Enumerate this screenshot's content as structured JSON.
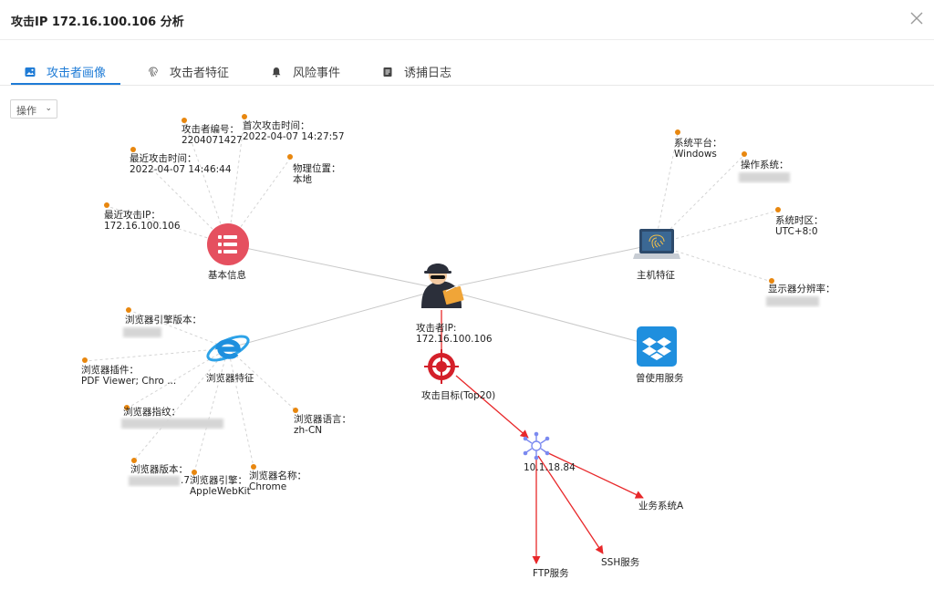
{
  "dialog": {
    "title": "攻击IP 172.16.100.106 分析"
  },
  "tabs": [
    {
      "label": "攻击者画像",
      "icon": "image-icon",
      "active": true
    },
    {
      "label": "攻击者特征",
      "icon": "fingerprint-icon",
      "active": false
    },
    {
      "label": "风险事件",
      "icon": "bell-icon",
      "active": false
    },
    {
      "label": "诱捕日志",
      "icon": "log-icon",
      "active": false
    }
  ],
  "toolbar": {
    "operate_label": "操作"
  },
  "graph": {
    "center": {
      "label_line1": "攻击者IP:",
      "label_line2": "172.16.100.106"
    },
    "basic_info": {
      "label": "基本信息",
      "attrs": [
        {
          "key": "攻击者编号：",
          "value": "2204071427"
        },
        {
          "key": "首次攻击时间：",
          "value": "2022-04-07 14:27:57"
        },
        {
          "key": "最近攻击时间：",
          "value": "2022-04-07 14:46:44"
        },
        {
          "key": "物理位置：",
          "value": "本地"
        },
        {
          "key": "最近攻击IP：",
          "value": "172.16.100.106"
        }
      ]
    },
    "host_features": {
      "label": "主机特征",
      "attrs": [
        {
          "key": "系统平台：",
          "value": "Windows"
        },
        {
          "key": "操作系统：",
          "value": ""
        },
        {
          "key": "系统时区：",
          "value": "UTC+8:0"
        },
        {
          "key": "显示器分辨率：",
          "value": ""
        }
      ]
    },
    "browser_features": {
      "label": "浏览器特征",
      "attrs": [
        {
          "key": "浏览器引擎版本：",
          "value": ""
        },
        {
          "key": "浏览器插件：",
          "value": "PDF Viewer; Chro ..."
        },
        {
          "key": "浏览器指纹：",
          "value": ""
        },
        {
          "key": "浏览器语言：",
          "value": "zh-CN"
        },
        {
          "key": "浏览器版本：",
          "value": ".7"
        },
        {
          "key": "浏览器引擎：",
          "value": "AppleWebKit"
        },
        {
          "key": "浏览器名称：",
          "value": "Chrome"
        }
      ]
    },
    "used_services": {
      "label": "曾使用服务"
    },
    "attack_target": {
      "label": "攻击目标(Top20)",
      "target_ip": "10.1.18.84",
      "services": [
        "业务系统A",
        "SSH服务",
        "FTP服务"
      ]
    }
  },
  "colors": {
    "accent": "#1e7bd6",
    "basic_info": "#e5505f",
    "target_red": "#d4202a",
    "services_blue": "#1f8fde",
    "dot": "#e8870f",
    "arrow": "#e8282a"
  }
}
